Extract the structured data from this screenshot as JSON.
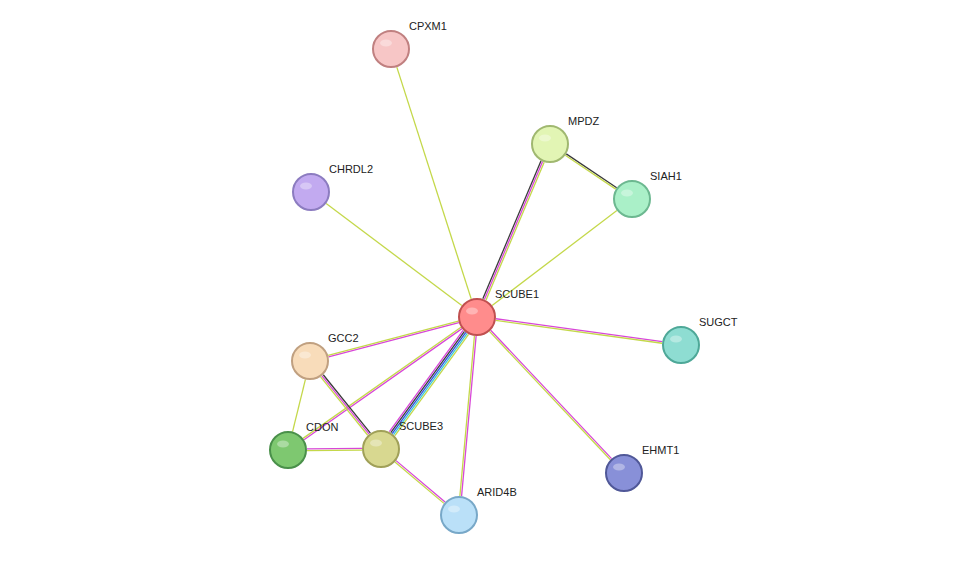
{
  "diagram": {
    "nodes": [
      {
        "text": [
          "CPXM1"
        ]
      },
      {
        "text": [
          "MPDZ"
        ]
      },
      {
        "text": [
          "SIAH1"
        ]
      },
      {
        "text": [
          "CHRDL2"
        ]
      },
      {
        "text": [
          "SCUBE1"
        ]
      },
      {
        "text": [
          "SUGCT"
        ]
      },
      {
        "text": [
          "GCC2"
        ]
      },
      {
        "text": [
          "CDON"
        ]
      },
      {
        "text": [
          "SCUBE3"
        ]
      },
      {
        "text": [
          "EHMT1"
        ]
      },
      {
        "text": [
          "ARID4B"
        ]
      }
    ],
    "edges": [
      {
        "from": 4,
        "to": 0,
        "arrow": "none"
      },
      {
        "from": 4,
        "to": 3,
        "arrow": "none"
      },
      {
        "from": 4,
        "to": 1,
        "arrow": "none"
      },
      {
        "from": 1,
        "to": 2,
        "arrow": "none"
      },
      {
        "from": 4,
        "to": 2,
        "arrow": "none"
      },
      {
        "from": 4,
        "to": 5,
        "arrow": "none"
      },
      {
        "from": 4,
        "to": 9,
        "arrow": "none"
      },
      {
        "from": 4,
        "to": 10,
        "arrow": "none"
      },
      {
        "from": 4,
        "to": 8,
        "arrow": "none"
      },
      {
        "from": 4,
        "to": 6,
        "arrow": "none"
      },
      {
        "from": 4,
        "to": 7,
        "arrow": "none"
      },
      {
        "from": 6,
        "to": 7,
        "arrow": "none"
      },
      {
        "from": 6,
        "to": 8,
        "arrow": "none"
      },
      {
        "from": 7,
        "to": 8,
        "arrow": "none"
      },
      {
        "from": 8,
        "to": 10,
        "arrow": "none"
      }
    ]
  }
}
